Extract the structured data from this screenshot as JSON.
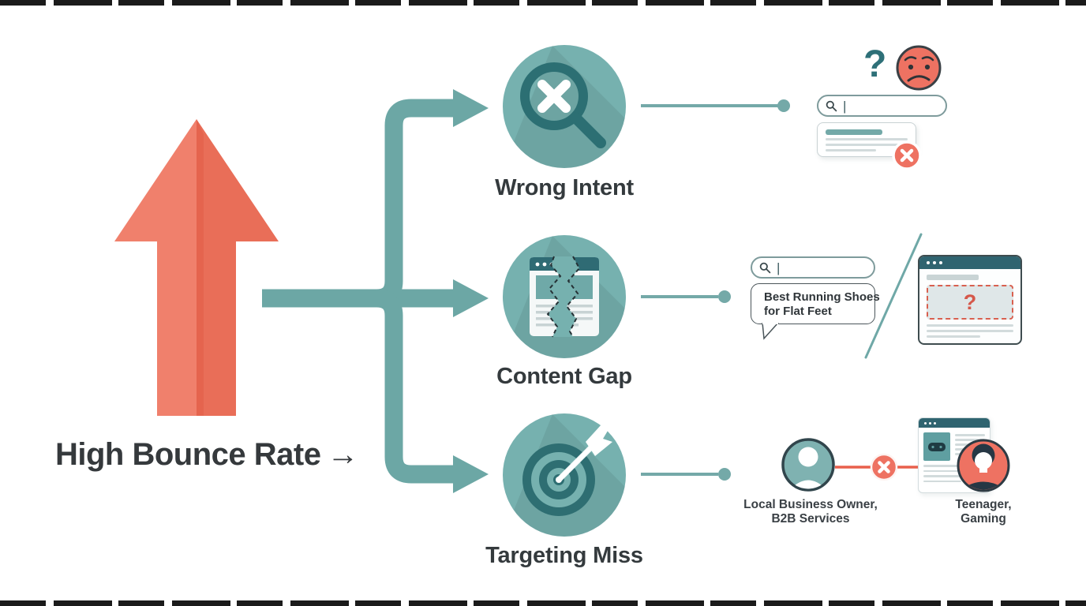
{
  "colors": {
    "teal_line": "#6ca7a5",
    "teal_circle": "#76b1af",
    "teal_dark": "#2e6e73",
    "browser_header_teal": "#2f6470",
    "salmon": "#ee7262",
    "salmon_dark": "#e8604c",
    "arrow_red_light": "#f0806c",
    "arrow_red_dark": "#e96e58",
    "text_dark": "#35393c",
    "line_gray": "#d2dbdc"
  },
  "source": {
    "label": "High Bounce Rate",
    "arrow": "→"
  },
  "branches": [
    {
      "label": "Wrong Intent",
      "icon": "magnifier-x-icon"
    },
    {
      "label": "Content Gap",
      "icon": "torn-page-icon"
    },
    {
      "label": "Targeting Miss",
      "icon": "target-dart-icon"
    }
  ],
  "wrong_intent": {
    "confused_mark": "?",
    "search_caret": "|"
  },
  "content_gap": {
    "search_caret": "|",
    "query_line1": "Best Running Shoes",
    "query_line2": "for Flat Feet",
    "missing_mark": "?"
  },
  "targeting_miss": {
    "audience_line1": "Local Business Owner,",
    "audience_line2": "B2B Services",
    "visitor_line1": "Teenager,",
    "visitor_line2": "Gaming"
  }
}
